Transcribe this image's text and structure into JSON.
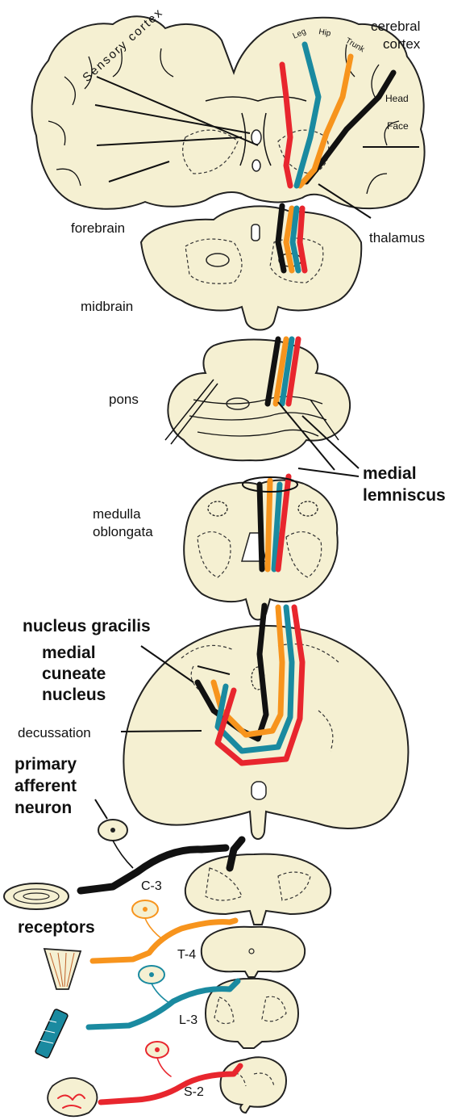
{
  "labels": {
    "sensory_cortex": "Sensory cortex",
    "cerebral_1": "cerebral",
    "cerebral_2": "cortex",
    "leg": "Leg",
    "hip": "Hip",
    "trunk": "Trunk",
    "head": "Head",
    "face": "Face",
    "forebrain": "forebrain",
    "thalamus": "thalamus",
    "midbrain": "midbrain",
    "pons": "pons",
    "medial_1": "medial",
    "medial_2": "lemniscus",
    "medulla_1": "medulla",
    "medulla_2": "oblongata",
    "nucleus_gracilis": "nucleus gracilis",
    "mcn_1": "medial",
    "mcn_2": "cuneate",
    "mcn_3": "nucleus",
    "decussation": "decussation",
    "paf_1": "primary",
    "paf_2": "afferent",
    "paf_3": "neuron",
    "c3": "C-3",
    "receptors": "receptors",
    "t4": "T-4",
    "l3": "L-3",
    "s2": "S-2"
  },
  "colors": {
    "tissue": "#f5f0d2",
    "black_tract": "#111111",
    "orange_tract": "#f7941d",
    "blue_tract": "#1a8aa0",
    "red_tract": "#e8262e"
  }
}
